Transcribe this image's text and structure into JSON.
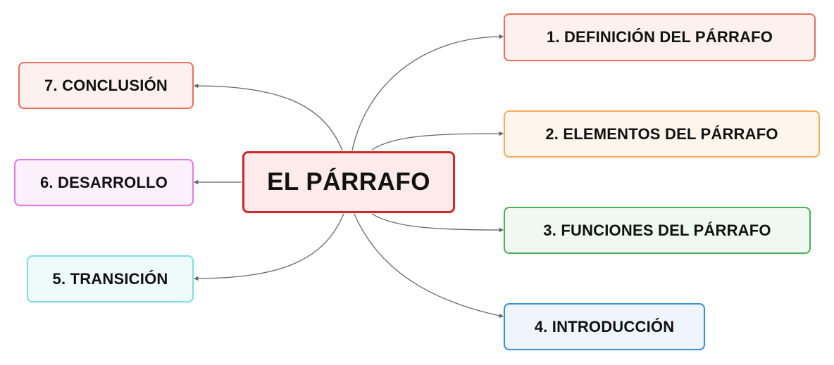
{
  "diagram": {
    "central": {
      "label": "EL PÁRRAFO",
      "color": "#cc2a2a",
      "fill": "#fdeaea"
    },
    "branches": [
      {
        "id": "n1",
        "label": "1. DEFINICIÓN DEL PÁRRAFO",
        "color": "#e8705f",
        "fill": "#fdf1ef"
      },
      {
        "id": "n2",
        "label": "2. ELEMENTOS DEL PÁRRAFO",
        "color": "#f4ad5a",
        "fill": "#fef6ec"
      },
      {
        "id": "n3",
        "label": "3. FUNCIONES DEL PÁRRAFO",
        "color": "#4caf5a",
        "fill": "#f1f8f1"
      },
      {
        "id": "n4",
        "label": "4. INTRODUCCIÓN",
        "color": "#3a8fd4",
        "fill": "#eef5fc"
      },
      {
        "id": "n5",
        "label": "5. TRANSICIÓN",
        "color": "#7ee0dc",
        "fill": "#effbfa"
      },
      {
        "id": "n6",
        "label": "6. DESARROLLO",
        "color": "#e07ae2",
        "fill": "#fcf0fc"
      },
      {
        "id": "n7",
        "label": "7. CONCLUSIÓN",
        "color": "#e8705f",
        "fill": "#fdf1ef"
      }
    ],
    "connector_color": "#666666"
  }
}
